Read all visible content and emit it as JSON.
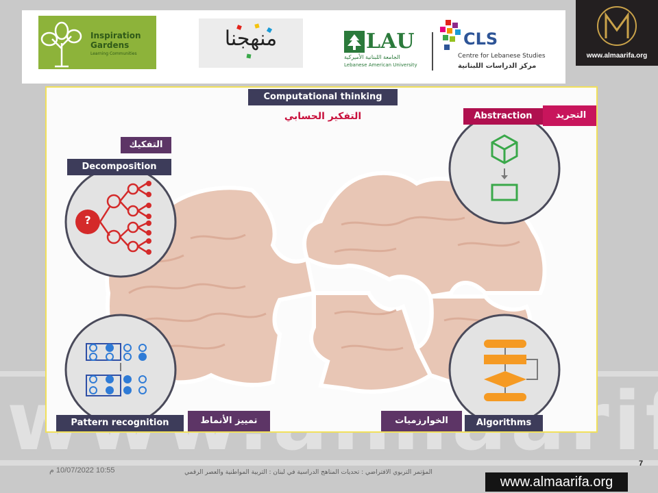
{
  "watermark": {
    "text": "www.almaarifa.org"
  },
  "header": {
    "inspiration": {
      "name": "Inspiration Gardens",
      "sub": "Learning Communities"
    },
    "manhajuna": {
      "text": "منهجنا"
    },
    "lau": {
      "name": "LAU",
      "arabic": "الجامعة اللبنانية الأميركية",
      "english": "Lebanese American University"
    },
    "cls": {
      "name": "CLS",
      "english": "Centre for Lebanese Studies",
      "arabic": "مركز الدراسات اللبنانية"
    }
  },
  "brand": {
    "site": "www.almaarifa.org"
  },
  "slide": {
    "title_en": "Computational thinking",
    "title_ar": "التفكير الحسابي",
    "abstraction": {
      "en": "Abstraction",
      "ar": "التجريد"
    },
    "decomposition": {
      "en": "Decomposition",
      "ar": "التفكيك"
    },
    "pattern": {
      "en": "Pattern recognition",
      "ar": "تمييز الأنماط"
    },
    "algorithms": {
      "en": "Algorithms",
      "ar": "الخوارزميات"
    },
    "question_mark": "?",
    "colors": {
      "label_dark": "#3d3c5a",
      "label_purple": "#5d3566",
      "label_pink": "#c8155c",
      "puzzle": "#e8c9b8",
      "green": "#3aa84a",
      "orange": "#f59a23",
      "red": "#cf1b25",
      "blue": "#2f7bd6"
    }
  },
  "footer": {
    "date": "10:55 10/07/2022 م",
    "conference": "المؤتمر التربوي الافتراضي : تحديات المناهج الدراسية في لبنان : التربية المواطنية والعصر الرقمي",
    "page": "7",
    "site": "www.almaarifa.org"
  }
}
